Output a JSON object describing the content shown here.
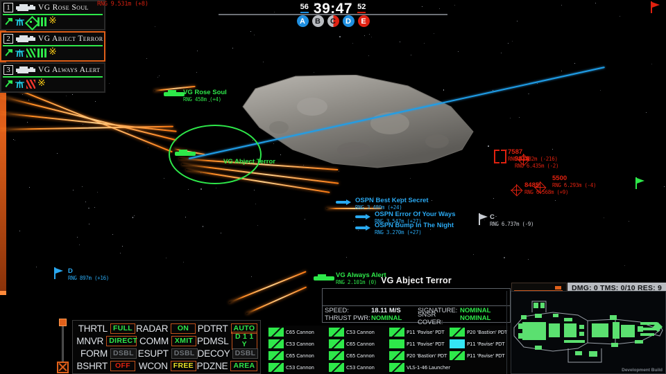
{
  "hud": {
    "clock": "39:47",
    "score_blue": "56",
    "score_red": "52",
    "capture_points": [
      {
        "label": "A",
        "state": "blue"
      },
      {
        "label": "B",
        "state": "grey"
      },
      {
        "label": "C",
        "state": "half"
      },
      {
        "label": "D",
        "state": "blue"
      },
      {
        "label": "E",
        "state": "red"
      }
    ],
    "sidebar_range": "RNG 9.531m (+8)"
  },
  "fleet": {
    "items": [
      {
        "num": "1",
        "name": "VG Rose Soul",
        "selected": false,
        "icons": [
          "arrow-icon",
          "radar-icon",
          "diamond-icon",
          "bars-icon",
          "burst-icon"
        ]
      },
      {
        "num": "2",
        "name": "VG Abject Terror",
        "selected": true,
        "icons": [
          "arrow-icon",
          "radar-icon",
          "slash-green-icon",
          "bars-icon",
          "burst-icon"
        ]
      },
      {
        "num": "3",
        "name": "VG Always Alert",
        "selected": false,
        "icons": [
          "arrow-icon",
          "radar-icon",
          "slash-red-icon",
          "burst-icon"
        ]
      }
    ]
  },
  "contacts": [
    {
      "id": "rose-soul",
      "name": "VG Rose Soul",
      "rng": "RNG 458m (+4)",
      "color": "green"
    },
    {
      "id": "abject-terror",
      "name": "VG Abject Terror",
      "rng": "",
      "color": "green"
    },
    {
      "id": "always-alert",
      "name": "VG Always Alert",
      "rng": "RNG 2.101m (0)",
      "color": "green"
    },
    {
      "id": "msl-1",
      "name": "OSPN Best Kept Secret",
      "rng": "RNG 3.480m (+24)",
      "color": "cyan"
    },
    {
      "id": "msl-2",
      "name": "OSPN Error Of Your Ways",
      "rng": "RNG 3.547m (+27)",
      "color": "cyan"
    },
    {
      "id": "msl-3",
      "name": "OSPN Bump In The Night",
      "rng": "RNG 3.270m (+27)",
      "color": "cyan"
    },
    {
      "id": "hostile-7587",
      "name": "7587",
      "rng": "RNG 5.982m (-216)",
      "color": "red"
    },
    {
      "id": "hostile-9828",
      "name": "9828",
      "rng": "RNG 6.435m (-2)",
      "color": "red"
    },
    {
      "id": "hostile-5500",
      "name": "5500",
      "rng": "RNG 6.293m (-4)",
      "color": "red"
    },
    {
      "id": "hostile-8485",
      "name": "8485",
      "rng": "RNG 6.568m (+9)",
      "color": "red"
    },
    {
      "id": "marker-c",
      "name": "C",
      "rng": "RNG 6.737m (-9)",
      "color": "white"
    },
    {
      "id": "marker-d",
      "name": "D",
      "rng": "RNG 897m (+16)",
      "color": "cyan"
    }
  ],
  "systems": {
    "rows": [
      [
        {
          "label": "THRTL",
          "value": "FULL",
          "style": "green"
        },
        {
          "label": "RADAR",
          "value": "ON",
          "style": "green"
        },
        {
          "label": "PDTRT",
          "value": "AUTO",
          "style": "green"
        }
      ],
      [
        {
          "label": "MNVR",
          "value": "DIRECT",
          "style": "green"
        },
        {
          "label": "COMM",
          "value": "XMIT",
          "style": "green"
        },
        {
          "label": "PDMSL",
          "value": "D 1 1 Y",
          "style": "green"
        }
      ],
      [
        {
          "label": "FORM",
          "value": "DSBL",
          "style": "dsbl"
        },
        {
          "label": "ESUPT",
          "value": "DSBL",
          "style": "dsbl"
        },
        {
          "label": "DECOY",
          "value": "DSBL",
          "style": "dsbl"
        }
      ],
      [
        {
          "label": "BSHRT",
          "value": "OFF",
          "style": "red"
        },
        {
          "label": "WCON",
          "value": "FREE",
          "style": "yellow"
        },
        {
          "label": "PDZNE",
          "value": "AREA",
          "style": "green"
        }
      ]
    ]
  },
  "detail": {
    "title": "VG Abject Terror",
    "stats": [
      {
        "label": "SPEED:",
        "value": "18.11 M/S",
        "style": "white"
      },
      {
        "label": "SIGNATURE:",
        "value": "NOMINAL",
        "style": "green"
      },
      {
        "label": "THRUST PWR:",
        "value": "NOMINAL",
        "style": "green"
      },
      {
        "label": "SNSR COVER:",
        "value": "NOMINAL",
        "style": "green"
      }
    ]
  },
  "weapons": [
    {
      "name": "C65 Cannon",
      "swatch": "diag"
    },
    {
      "name": "C53 Cannon",
      "swatch": "diag"
    },
    {
      "name": "C65 Cannon",
      "swatch": "diag"
    },
    {
      "name": "C53 Cannon",
      "swatch": "diag"
    },
    {
      "name": "C53 Cannon",
      "swatch": "diag"
    },
    {
      "name": "C65 Cannon",
      "swatch": "diag"
    },
    {
      "name": "C65 Cannon",
      "swatch": "diag"
    },
    {
      "name": "C53 Cannon",
      "swatch": "diag"
    },
    {
      "name": "P11 'Pavise' PDT",
      "swatch": "diag"
    },
    {
      "name": "P11 'Pavise' PDT",
      "swatch": "solid"
    },
    {
      "name": "P20 'Bastion' PDT",
      "swatch": "diag"
    },
    {
      "name": "VLS-1-46 Launcher",
      "swatch": "diag"
    },
    {
      "name": "P20 'Bastion' PDT",
      "swatch": "diag"
    },
    {
      "name": "P11 'Pavise' PDT",
      "swatch": "cyan"
    },
    {
      "name": "P11 'Pavise' PDT",
      "swatch": "diag"
    }
  ],
  "schematic": {
    "dmg_badge": "DMG: 0 TMS: 0/10 RES: 9",
    "watermark": "Development Build"
  },
  "colors": {
    "friendly": "#2ee84a",
    "missile": "#2aa8f0",
    "hostile": "#e0210f",
    "neutral": "#c8ccd2",
    "accent": "#e0601a"
  }
}
